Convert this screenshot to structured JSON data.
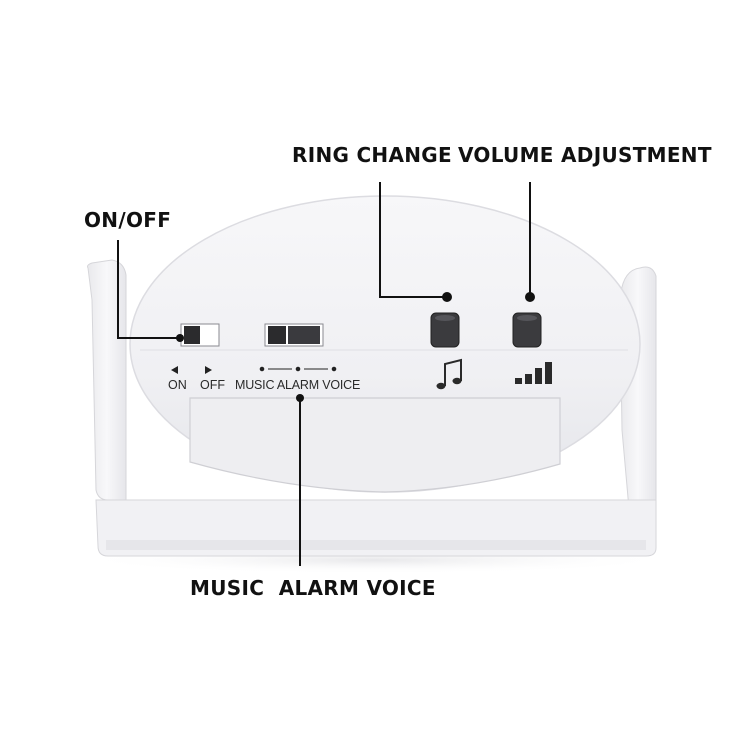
{
  "callouts": {
    "on_off": "ON/OFF",
    "ring_change": "RING CHANGE",
    "volume_adjustment": "VOLUME ADJUSTMENT",
    "mode_switch": "MUSIC  ALARM VOICE"
  },
  "device_labels": {
    "on": "ON",
    "off": "OFF",
    "modes": "MUSIC ALARM VOICE"
  },
  "icons": {
    "ring_change": "music-note-icon",
    "volume": "volume-bars-icon",
    "arrow_left": "triangle-left-icon",
    "arrow_right": "triangle-right-icon"
  },
  "colors": {
    "device_body": "#f4f4f6",
    "device_shade": "#e2e3e8",
    "button": "#3a3a3c",
    "leader_line": "#111111"
  }
}
